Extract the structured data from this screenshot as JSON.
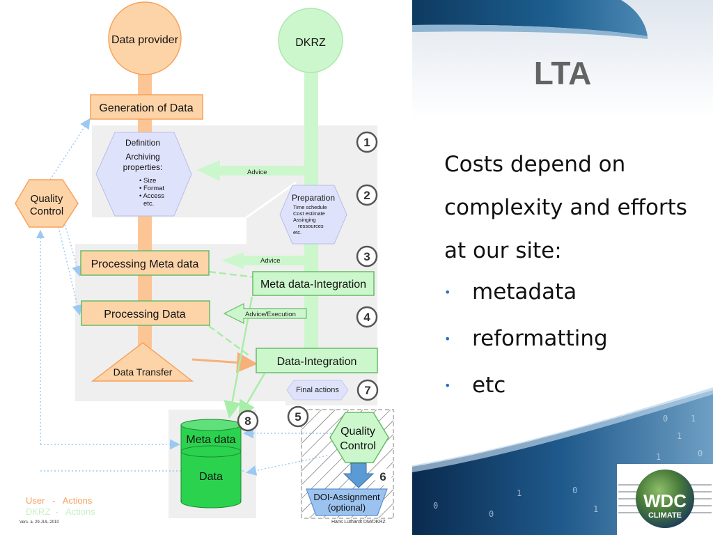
{
  "slide": {
    "title": "LTA",
    "intro": "Costs depend on complexity and efforts at our site:",
    "bullets": [
      "metadata",
      "reformatting",
      "etc"
    ],
    "bullet_glyph": "•"
  },
  "logo": {
    "line1": "WDC",
    "line2": "CLIMATE"
  },
  "diagram": {
    "data_provider": "Data provider",
    "dkrz": "DKRZ",
    "generation": "Generation of Data",
    "definition": "Definition",
    "archiving": [
      "Archiving",
      "properties:"
    ],
    "archiving_items": [
      "• Size",
      "• Format",
      "• Access",
      "etc."
    ],
    "advice1": "Advice",
    "quality_control_left": [
      "Quality",
      "Control"
    ],
    "preparation": "Preparation",
    "preparation_items": [
      "Time schedule",
      "Cost estimate",
      "Assinging",
      "ressources",
      "etc."
    ],
    "processing_meta": "Processing Meta data",
    "advice2": "Advice",
    "meta_integration": "Meta data-Integration",
    "processing_data": "Processing Data",
    "advice_execution": "Advice/Execution",
    "data_transfer": "Data Transfer",
    "data_integration": "Data-Integration",
    "final_actions": "Final actions",
    "meta_data": "Meta data",
    "data": "Data",
    "quality_control_right": [
      "Quality",
      "Control"
    ],
    "doi": [
      "DOI-Assignment",
      "(optional)"
    ],
    "steps": [
      "1",
      "2",
      "3",
      "4",
      "5",
      "6",
      "7",
      "8"
    ],
    "legend_user": "User   -   Actions",
    "legend_dkrz": "DKRZ  -   Actions",
    "version": "Vers. a. 29-JUL-2010",
    "author": "Hans Luthardt  DM/DKRZ"
  },
  "colors": {
    "orange_fill": "#fdd4a8",
    "orange_stroke": "#f7a25c",
    "green_fill": "#ccf7cc",
    "green_stroke": "#66bb66",
    "lavender": "#dfe2fb",
    "panel_gray": "#efefef",
    "cylinder_green": "#2bd24e",
    "bullet_blue": "#2a6fb5",
    "title_gray": "#636363"
  }
}
